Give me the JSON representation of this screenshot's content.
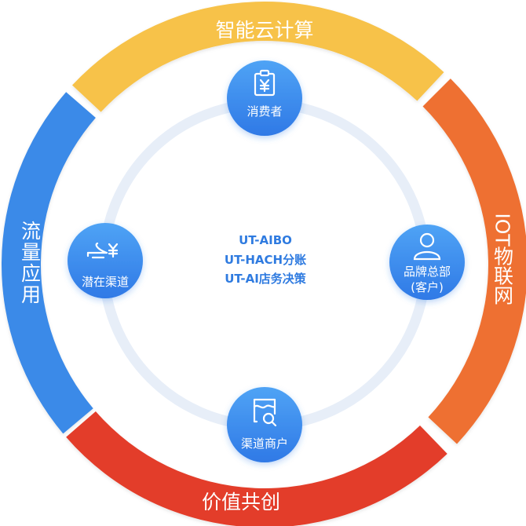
{
  "ring": {
    "top": {
      "label": "智能云计算",
      "color": "#F7C24A"
    },
    "right": {
      "label": "IOT物联网",
      "color": "#EE7032"
    },
    "bottom": {
      "label": "价值共创",
      "color": "#E33D2A"
    },
    "left": {
      "label": "流量应用",
      "color": "#3B8AE8"
    }
  },
  "inner_ring_color": "#E7EEF8",
  "center": {
    "line1": "UT-AIBO",
    "line2": "UT-HACH分账",
    "line3": "UT-AI店务决策",
    "color": "#2F7BE0"
  },
  "nodes": {
    "consumer": {
      "label": "消费者",
      "icon": "receipt-yuan-icon"
    },
    "channel": {
      "label": "潜在渠道",
      "icon": "hand-yuan-icon"
    },
    "brand": {
      "label_line1": "品牌总部",
      "label_line2": "(客户)",
      "icon": "user-icon"
    },
    "merchant": {
      "label": "渠道商户",
      "icon": "search-document-icon"
    }
  }
}
